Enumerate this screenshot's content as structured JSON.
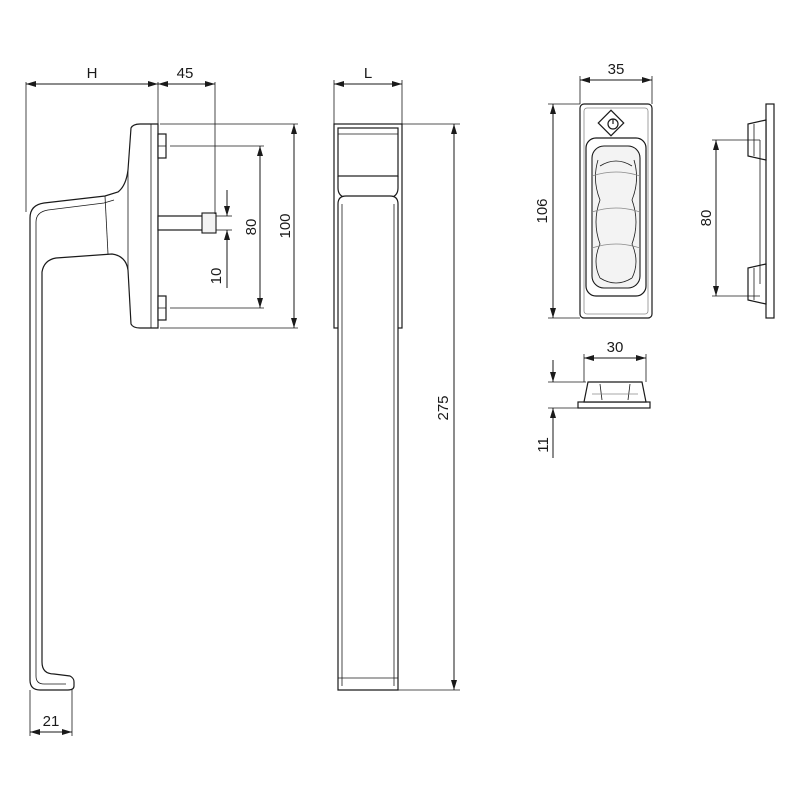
{
  "drawing": {
    "labels": {
      "H": "H",
      "d45": "45",
      "d10": "10",
      "d80": "80",
      "d100": "100",
      "L": "L",
      "d275": "275",
      "d35": "35",
      "d106": "106",
      "d80_plate": "80",
      "d30": "30",
      "d11": "11",
      "d21": "21"
    }
  }
}
